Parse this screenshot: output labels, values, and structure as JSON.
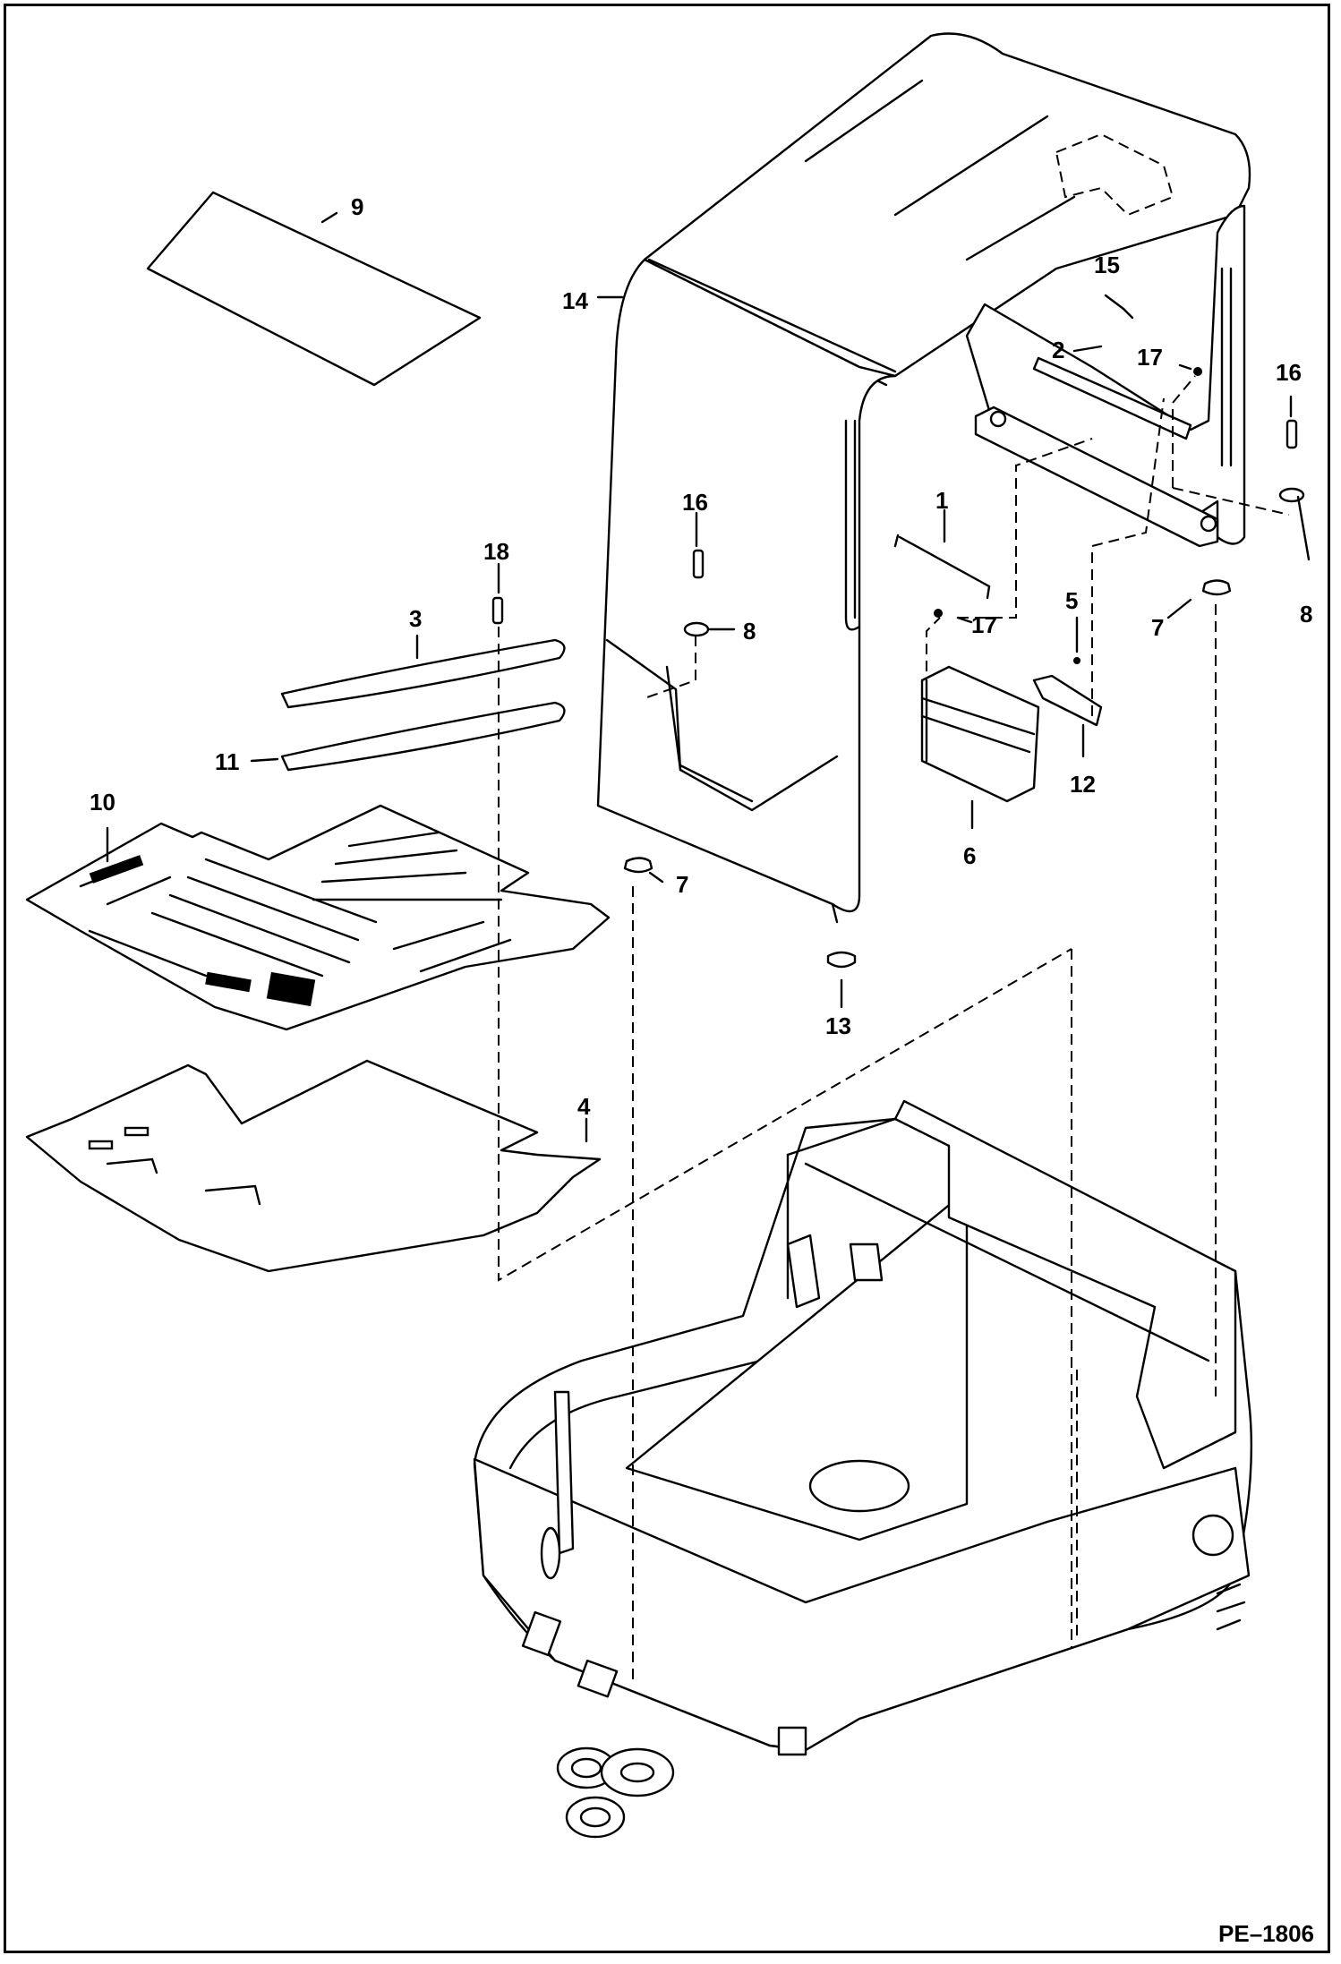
{
  "diagram": {
    "reference_code": "PE–1806",
    "callouts": [
      {
        "id": "c1",
        "text": "1"
      },
      {
        "id": "c2",
        "text": "2"
      },
      {
        "id": "c3",
        "text": "3"
      },
      {
        "id": "c4",
        "text": "4"
      },
      {
        "id": "c5",
        "text": "5"
      },
      {
        "id": "c6",
        "text": "6"
      },
      {
        "id": "c7a",
        "text": "7"
      },
      {
        "id": "c7b",
        "text": "7"
      },
      {
        "id": "c8a",
        "text": "8"
      },
      {
        "id": "c8b",
        "text": "8"
      },
      {
        "id": "c9",
        "text": "9"
      },
      {
        "id": "c10",
        "text": "10"
      },
      {
        "id": "c11",
        "text": "11"
      },
      {
        "id": "c12",
        "text": "12"
      },
      {
        "id": "c13",
        "text": "13"
      },
      {
        "id": "c14",
        "text": "14"
      },
      {
        "id": "c15",
        "text": "15"
      },
      {
        "id": "c16a",
        "text": "16"
      },
      {
        "id": "c16b",
        "text": "16"
      },
      {
        "id": "c17a",
        "text": "17"
      },
      {
        "id": "c17b",
        "text": "17"
      },
      {
        "id": "c18",
        "text": "18"
      }
    ]
  }
}
